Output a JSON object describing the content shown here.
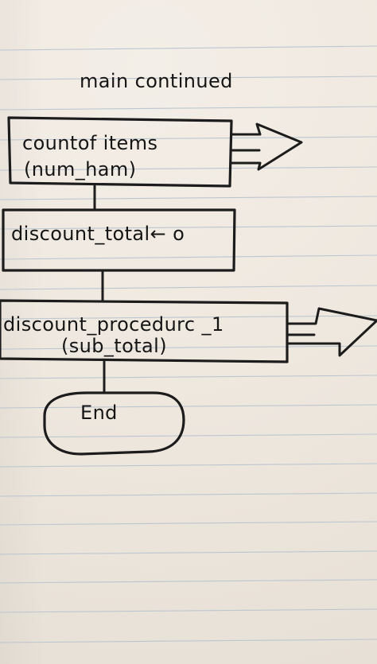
{
  "diagram": {
    "title": "main continued",
    "nodes": {
      "count_items": {
        "line1": "countof items",
        "line2": "(num_ham)"
      },
      "discount_total": {
        "label": "discount_total← o"
      },
      "discount_procedure": {
        "line1": "discount_procedurc _1",
        "line2": "(sub_total)"
      },
      "end": {
        "label": "End"
      }
    }
  }
}
